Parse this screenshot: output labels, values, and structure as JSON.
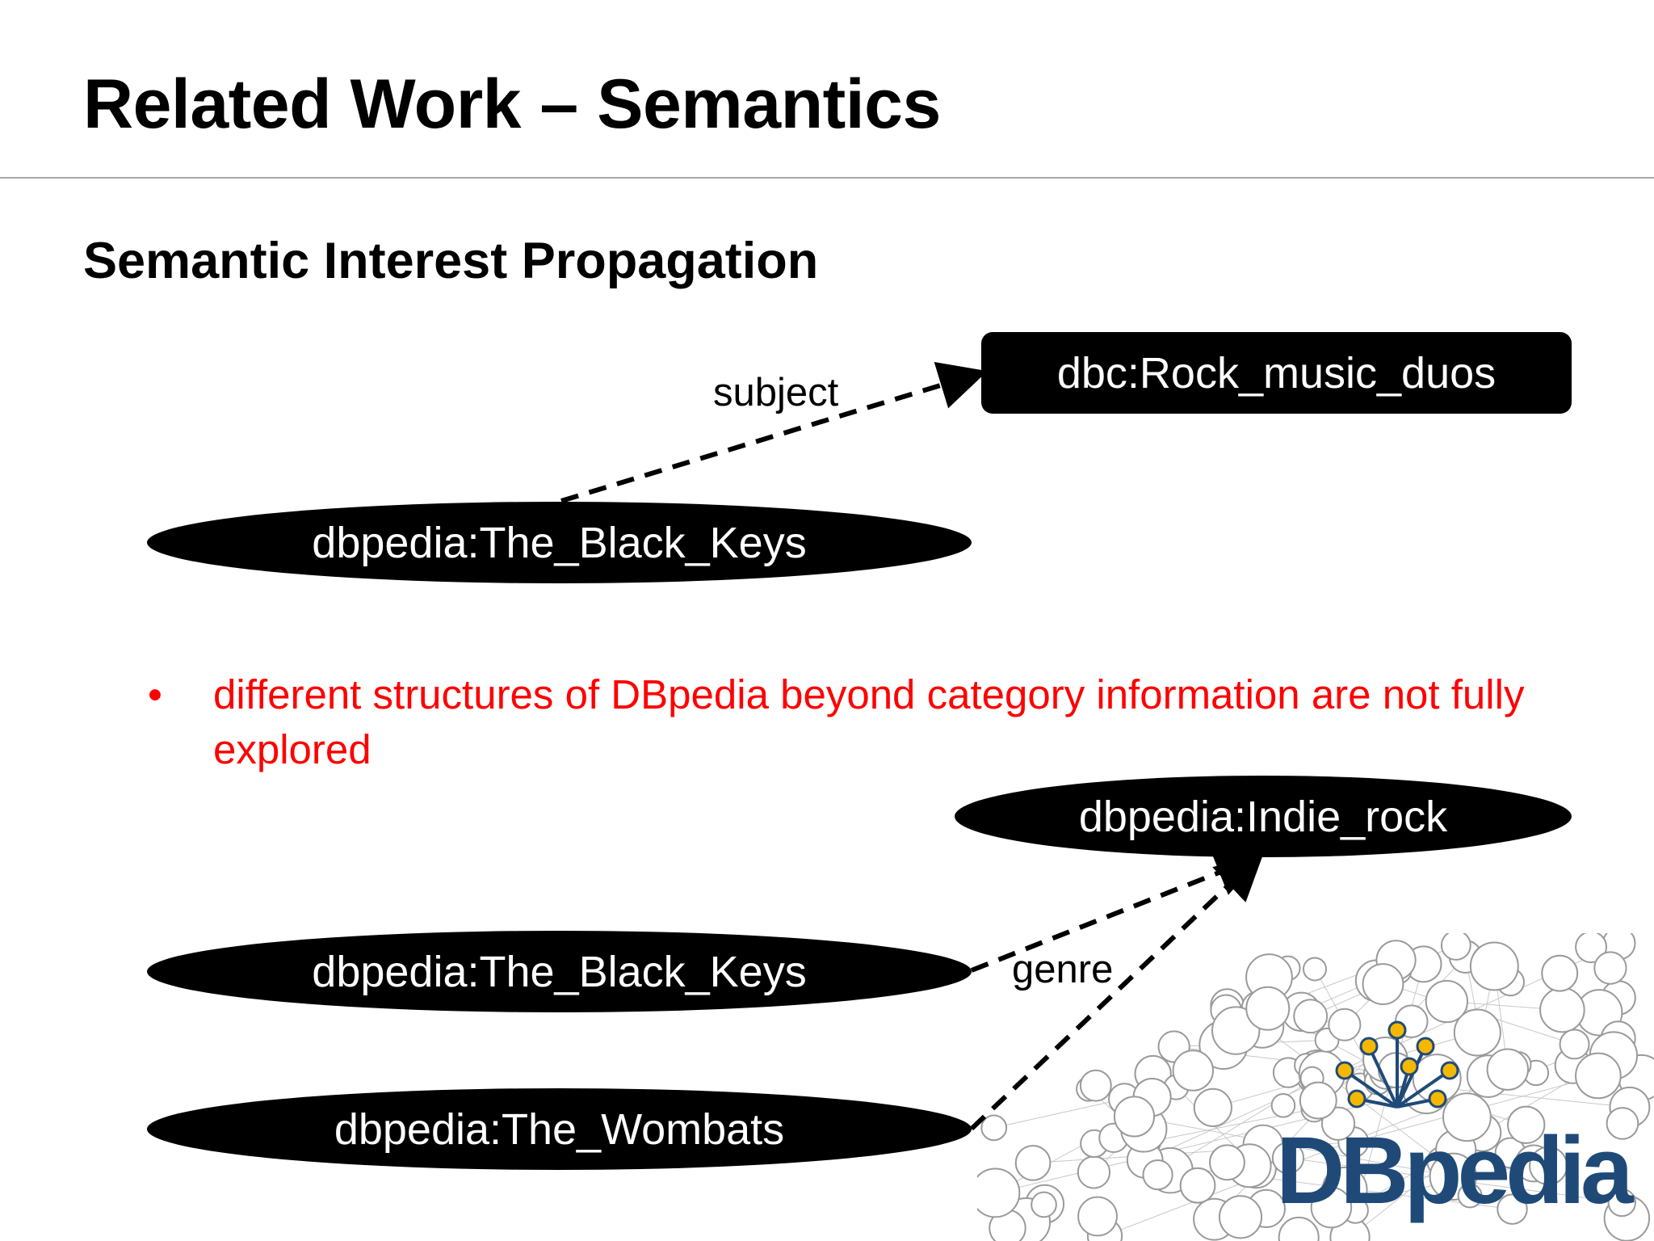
{
  "slide": {
    "title": "Related Work – Semantics",
    "subtitle": "Semantic Interest Propagation"
  },
  "diagram1": {
    "source_node": "dbpedia:The_Black_Keys",
    "target_node": "dbc:Rock_music_duos",
    "edge_label": "subject"
  },
  "bullet": {
    "marker": "•",
    "text": "different structures of DBpedia beyond category information are not fully explored",
    "color": "#ff0000"
  },
  "diagram2": {
    "target_node": "dbpedia:Indie_rock",
    "source_node_1": "dbpedia:The_Black_Keys",
    "source_node_2": "dbpedia:The_Wombats",
    "edge_label": "genre"
  },
  "logo": {
    "text": "DBpedia",
    "color": "#1f4a78",
    "dot_color": "#f5b800"
  }
}
